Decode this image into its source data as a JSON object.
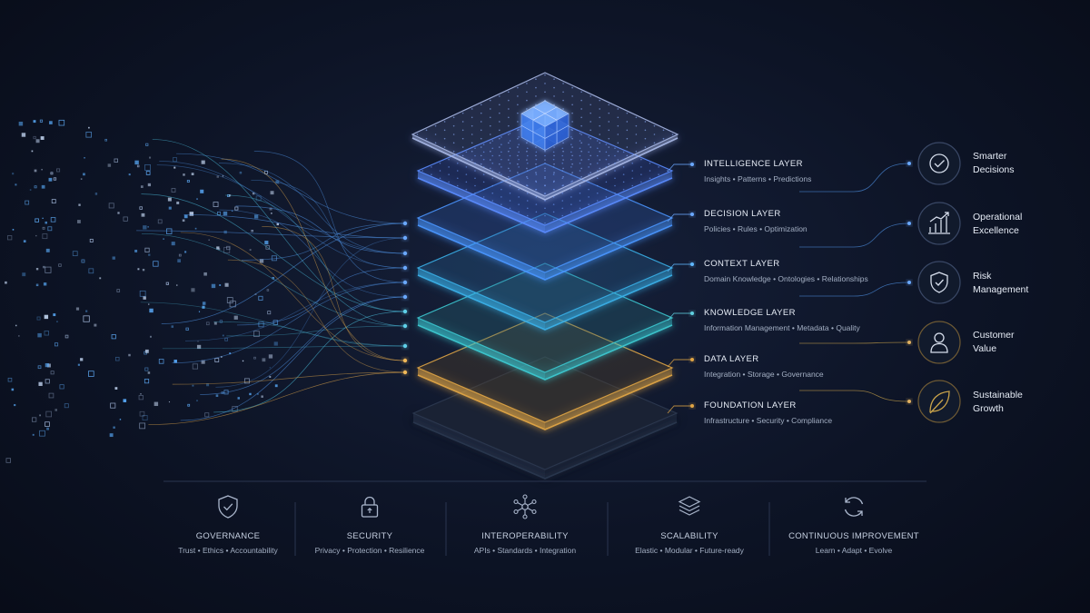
{
  "layers": [
    {
      "title": "INTELLIGENCE LAYER",
      "desc": "Insights • Patterns • Predictions",
      "color": "#4a8cff"
    },
    {
      "title": "DECISION LAYER",
      "desc": "Policies • Rules • Optimization",
      "color": "#3fa0ff"
    },
    {
      "title": "CONTEXT LAYER",
      "desc": "Domain Knowledge • Ontologies • Relationships",
      "color": "#3ab8e8"
    },
    {
      "title": "KNOWLEDGE LAYER",
      "desc": "Information Management • Metadata • Quality",
      "color": "#3cc8c8"
    },
    {
      "title": "DATA LAYER",
      "desc": "Integration • Storage • Governance",
      "color": "#e0a040"
    },
    {
      "title": "FOUNDATION LAYER",
      "desc": "Infrastructure • Security • Compliance",
      "color": "#e0b050"
    }
  ],
  "outcomes": [
    {
      "line1": "Smarter",
      "line2": "Decisions",
      "icon": "check-circle-icon"
    },
    {
      "line1": "Operational",
      "line2": "Excellence",
      "icon": "bar-chart-icon"
    },
    {
      "line1": "Risk",
      "line2": "Management",
      "icon": "shield-check-icon"
    },
    {
      "line1": "Customer",
      "line2": "Value",
      "icon": "person-icon"
    },
    {
      "line1": "Sustainable",
      "line2": "Growth",
      "icon": "leaf-icon"
    }
  ],
  "pillars": [
    {
      "title": "GOVERNANCE",
      "desc": "Trust • Ethics • Accountability",
      "icon": "shield-check-icon"
    },
    {
      "title": "SECURITY",
      "desc": "Privacy • Protection • Resilience",
      "icon": "lock-icon"
    },
    {
      "title": "INTEROPERABILITY",
      "desc": "APIs • Standards • Integration",
      "icon": "network-icon"
    },
    {
      "title": "SCALABILITY",
      "desc": "Elastic • Modular • Future-ready",
      "icon": "layers-icon"
    },
    {
      "title": "CONTINUOUS IMPROVEMENT",
      "desc": "Learn • Adapt • Evolve",
      "icon": "refresh-icon"
    }
  ],
  "colors": {
    "accent_blue": "#3d8bff",
    "accent_cyan": "#3cc8d8",
    "accent_gold": "#e0a545",
    "outcome_gold": "#c9a34a"
  }
}
